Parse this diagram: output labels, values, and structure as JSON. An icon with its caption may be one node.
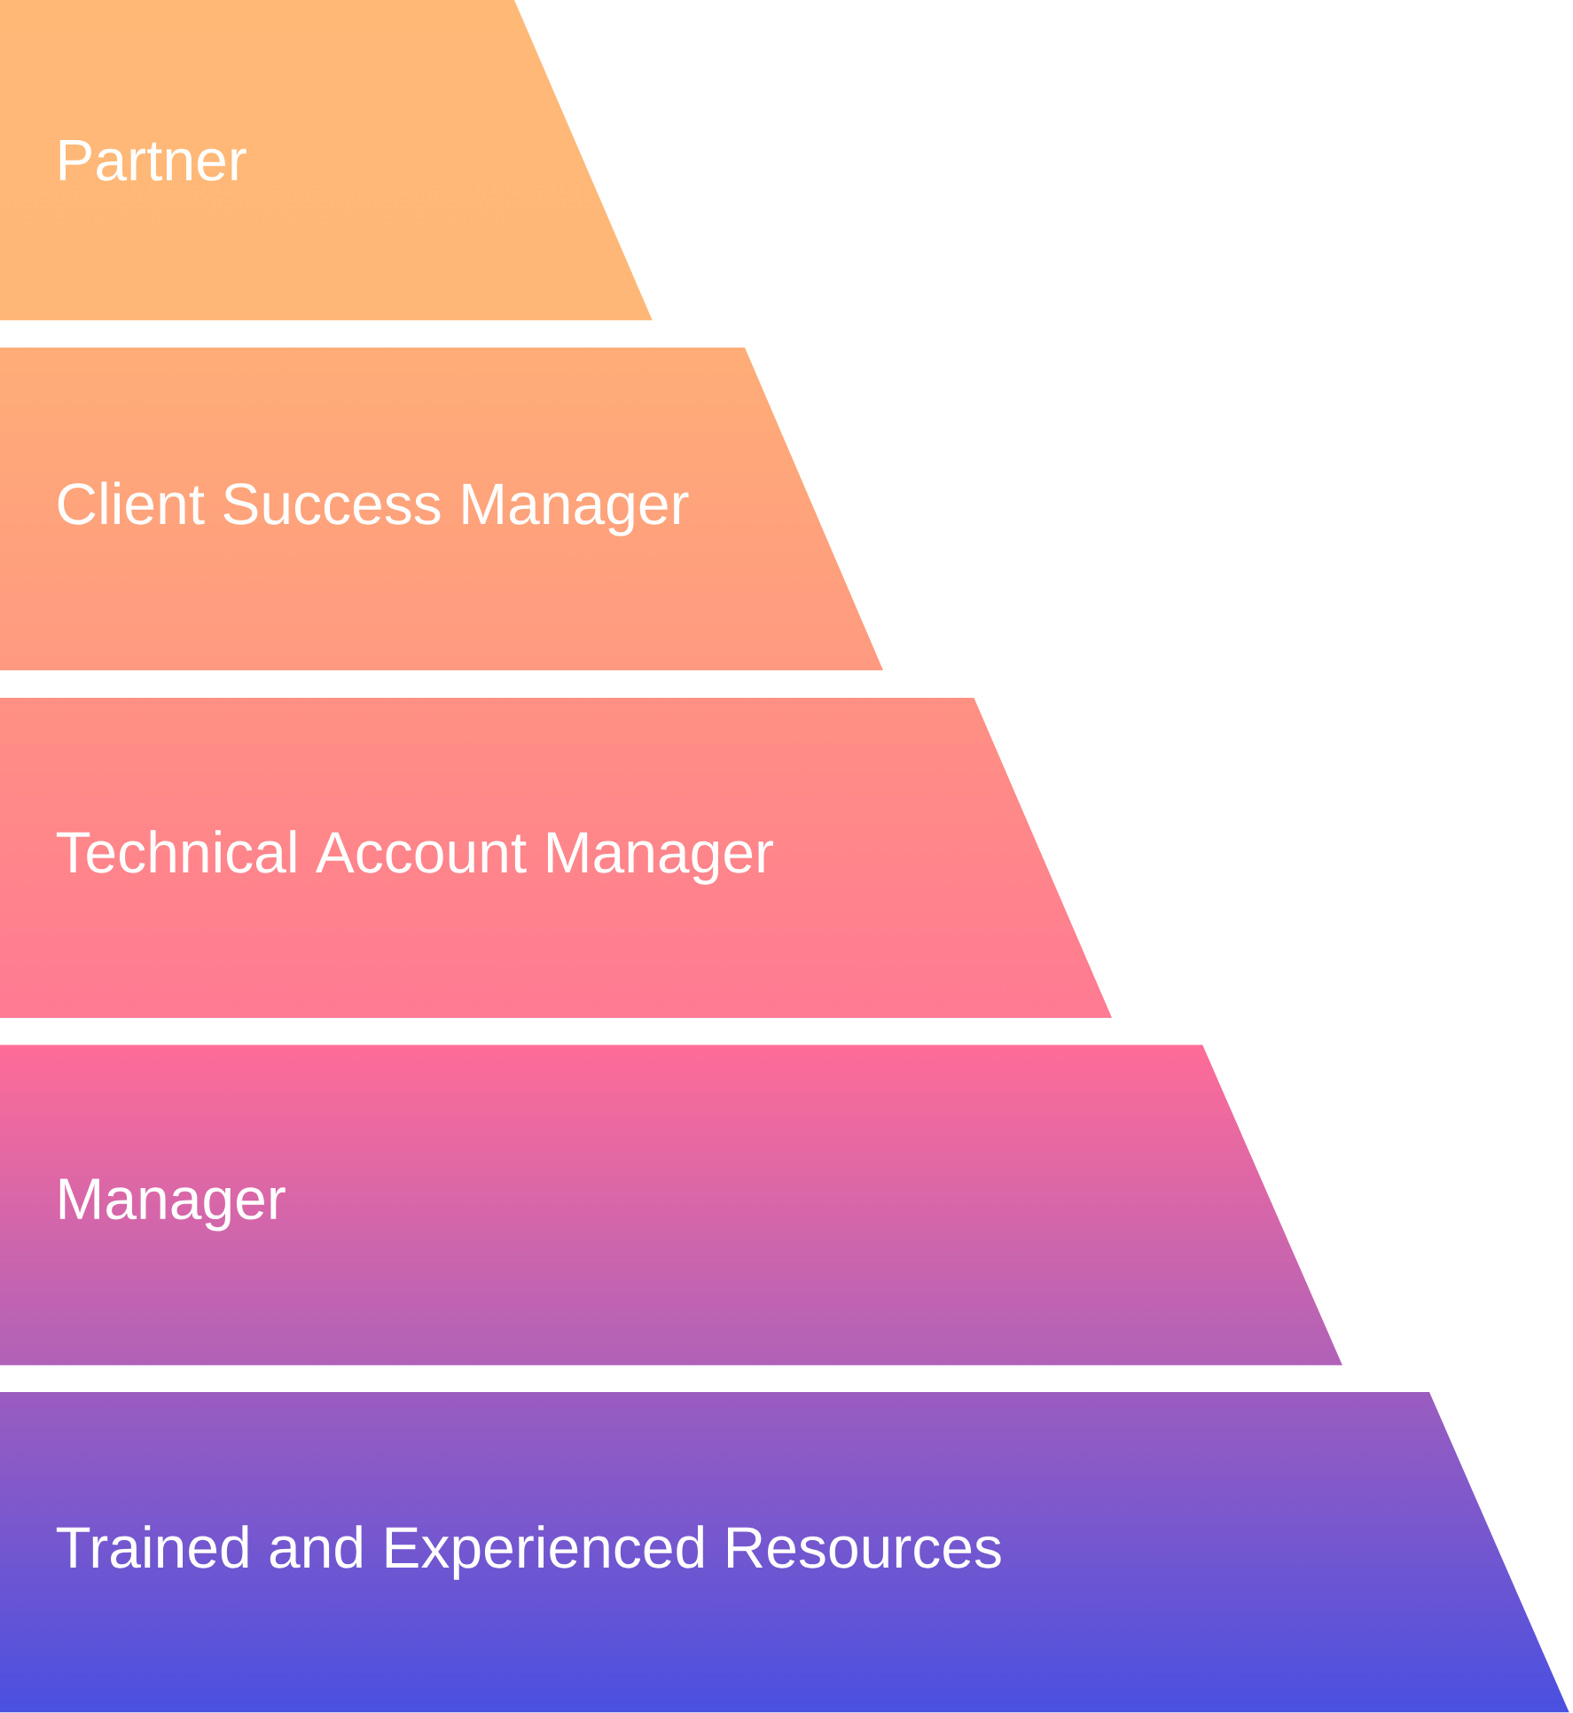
{
  "diagram": {
    "nodes": [
      {
        "text": [
          "Partner"
        ]
      },
      {
        "text": [
          "Client Success Manager"
        ]
      },
      {
        "text": [
          "Technical Account Manager"
        ]
      },
      {
        "text": [
          "Manager"
        ]
      },
      {
        "text": [
          "Trained and Experienced Resources"
        ]
      }
    ]
  }
}
